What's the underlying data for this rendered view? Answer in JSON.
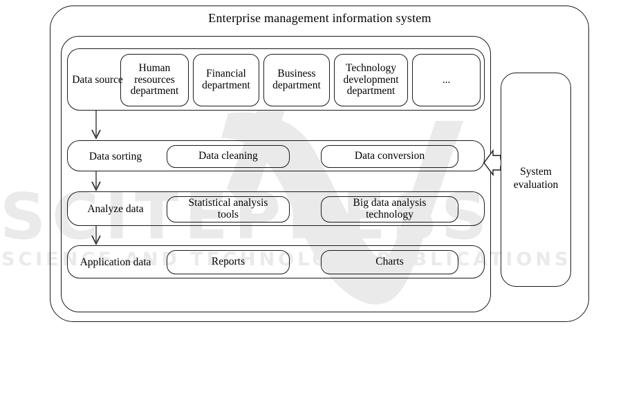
{
  "diagram": {
    "title": "Enterprise management information system",
    "type": "layered-block-diagram",
    "outer_container_label": "Enterprise management information system",
    "rows": [
      {
        "id": "data-source",
        "label": "Data source",
        "cells": [
          {
            "id": "human-resources-department",
            "text": "Human\nresources\ndepartment"
          },
          {
            "id": "financial-department",
            "text": "Financial\ndepartment"
          },
          {
            "id": "business-department",
            "text": "Business\ndepartment"
          },
          {
            "id": "technology-development-department",
            "text": "Technology\ndevelopment\ndepartment"
          },
          {
            "id": "ellipsis",
            "text": "..."
          }
        ]
      },
      {
        "id": "data-sorting",
        "label": "Data sorting",
        "cells": [
          {
            "id": "data-cleaning",
            "text": "Data cleaning"
          },
          {
            "id": "data-conversion",
            "text": "Data conversion"
          }
        ]
      },
      {
        "id": "analyze-data",
        "label": "Analyze data",
        "cells": [
          {
            "id": "statistical-analysis-tools",
            "text": "Statistical analysis\ntools"
          },
          {
            "id": "big-data-analysis-technology",
            "text": "Big data analysis\ntechnology"
          }
        ]
      },
      {
        "id": "application-data",
        "label": "Application data",
        "cells": [
          {
            "id": "reports",
            "text": "Reports"
          },
          {
            "id": "charts",
            "text": "Charts"
          }
        ]
      }
    ],
    "side_panel": {
      "id": "system-evaluation",
      "text": "System\nevaluation",
      "arrow_direction": "left",
      "arrow_style": "open-block-arrow"
    },
    "flow_arrows": [
      {
        "from": "data-source",
        "to": "data-sorting"
      },
      {
        "from": "data-sorting",
        "to": "analyze-data"
      },
      {
        "from": "analyze-data",
        "to": "application-data"
      }
    ],
    "colors": {
      "stroke": "#1a1a1a",
      "background": "#ffffff",
      "watermark": "#eaeaea"
    }
  },
  "watermark": {
    "primary": "SCITEPRESS",
    "secondary": "SCIENCE AND TECHNOLOGY PUBLICATIONS"
  }
}
